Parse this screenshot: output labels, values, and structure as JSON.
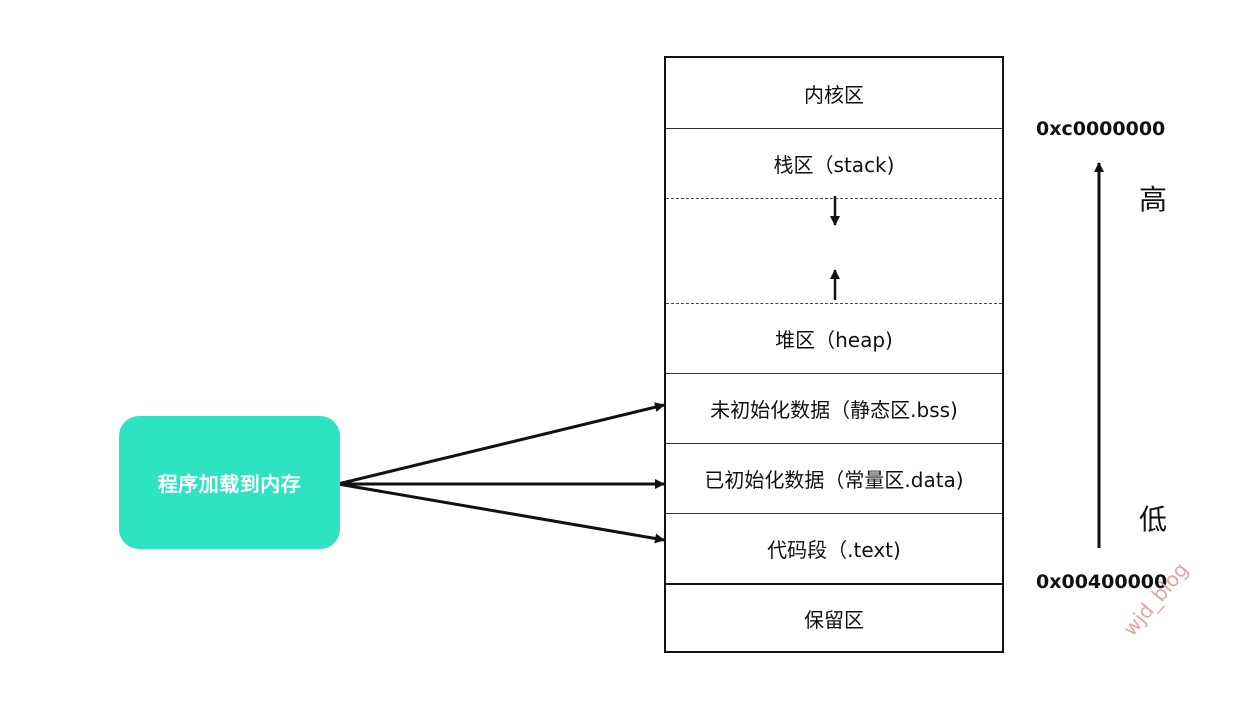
{
  "source": {
    "label": "程序加载到内存"
  },
  "memory_layout": {
    "segments": [
      {
        "id": "kernel",
        "label": "内核区"
      },
      {
        "id": "stack",
        "label": "栈区（stack)"
      },
      {
        "id": "free",
        "label": ""
      },
      {
        "id": "heap",
        "label": "堆区（heap)"
      },
      {
        "id": "bss",
        "label": "未初始化数据（静态区.bss)"
      },
      {
        "id": "data",
        "label": "已初始化数据（常量区.data)"
      },
      {
        "id": "text",
        "label": "代码段（.text)"
      },
      {
        "id": "reserved",
        "label": "保留区"
      }
    ]
  },
  "addresses": {
    "high": "0xc0000000",
    "low": "0x00400000"
  },
  "levels": {
    "high": "高",
    "low": "低"
  },
  "watermark": "wjd_blog",
  "colors": {
    "source_fill": "#2de3c2",
    "line": "#111111",
    "watermark": "#e0a6a6"
  }
}
